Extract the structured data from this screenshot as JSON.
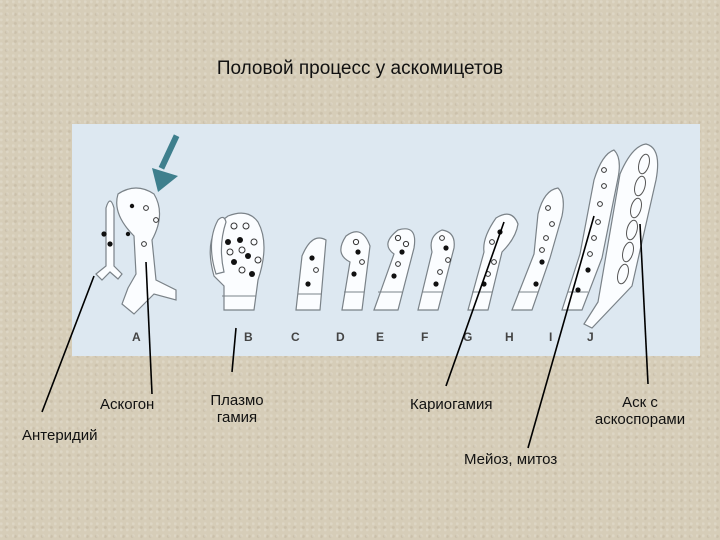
{
  "title": "Половой процесс у аскомицетов",
  "stage_letters": [
    "A",
    "B",
    "C",
    "D",
    "E",
    "F",
    "G",
    "H",
    "I",
    "J"
  ],
  "labels": {
    "ascogon": "Аскогон",
    "antheridium": "Антеридий",
    "plasmogamy_1": "Плазмо",
    "plasmogamy_2": "гамия",
    "karyogamy": "Кариогамия",
    "meiosis": "Мейоз, митоз",
    "ascus_1": "Аск с",
    "ascus_2": "аскоспорами"
  }
}
